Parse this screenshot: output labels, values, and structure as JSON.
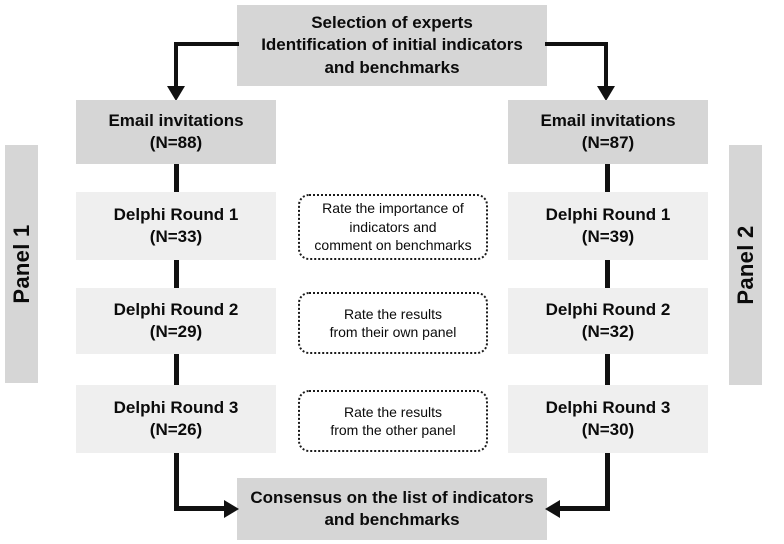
{
  "diagram": {
    "title_box": {
      "lines": [
        "Selection of experts",
        "Identification of initial indicators",
        "and benchmarks"
      ],
      "fill": "#d6d6d6"
    },
    "consensus_box": {
      "lines": [
        "Consensus on the list of indicators",
        "and benchmarks"
      ],
      "fill": "#d6d6d6"
    },
    "panels": [
      {
        "label": "Panel 1",
        "side": "left",
        "fill": "#d6d6d6"
      },
      {
        "label": "Panel 2",
        "side": "right",
        "fill": "#d6d6d6"
      }
    ],
    "left_column": [
      {
        "title": "Email invitations",
        "count": "(N=88)",
        "style": "dark"
      },
      {
        "title": "Delphi Round 1",
        "count": "(N=33)",
        "style": "light"
      },
      {
        "title": "Delphi Round 2",
        "count": "(N=29)",
        "style": "light"
      },
      {
        "title": "Delphi Round 3",
        "count": "(N=26)",
        "style": "light"
      }
    ],
    "right_column": [
      {
        "title": "Email invitations",
        "count": "(N=87)",
        "style": "dark"
      },
      {
        "title": "Delphi Round 1",
        "count": "(N=39)",
        "style": "light"
      },
      {
        "title": "Delphi Round 2",
        "count": "(N=32)",
        "style": "light"
      },
      {
        "title": "Delphi Round 3",
        "count": "(N=30)",
        "style": "light"
      }
    ],
    "center_notes": [
      {
        "lines": [
          "Rate the importance of",
          "indicators and",
          "comment on benchmarks"
        ]
      },
      {
        "lines": [
          "Rate the results",
          "from their own panel"
        ]
      },
      {
        "lines": [
          "Rate the results",
          "from the other panel"
        ]
      }
    ],
    "colors": {
      "dark_fill": "#d6d6d6",
      "light_fill": "#efefef",
      "line": "#111111",
      "text": "#0b0b0b",
      "background": "#ffffff"
    }
  }
}
